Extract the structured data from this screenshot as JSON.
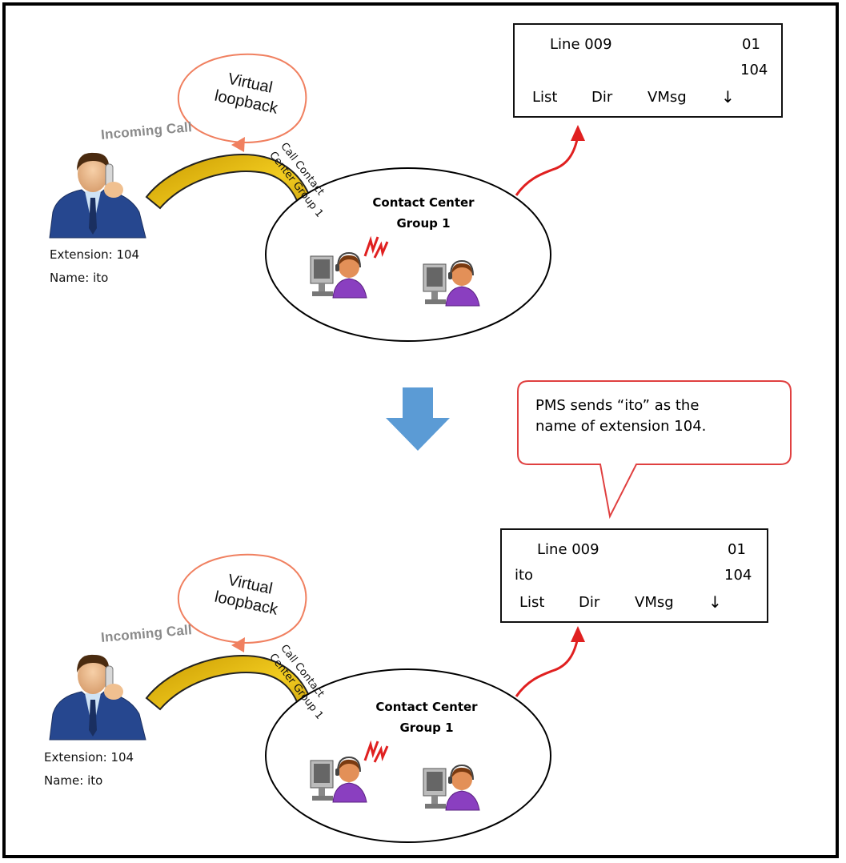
{
  "top": {
    "incoming_call": "Incoming Call",
    "virtual_loopback": [
      "Virtual",
      "loopback"
    ],
    "call_group": [
      "Call Contact",
      "Center Group 1"
    ],
    "group_label": [
      "Contact Center",
      "Group 1"
    ],
    "caller": {
      "extension": "Extension: 104",
      "name": "Name: ito"
    },
    "display": {
      "line": "Line 009",
      "number": "01",
      "row2_left": "",
      "row2_right": "104",
      "softkeys": [
        "List",
        "Dir",
        "VMsg"
      ],
      "arrow": "🡓"
    }
  },
  "bubble": {
    "lines": [
      "PMS sends “ito” as the",
      "name of extension 104."
    ]
  },
  "bottom": {
    "incoming_call": "Incoming Call",
    "virtual_loopback": [
      "Virtual",
      "loopback"
    ],
    "call_group": [
      "Call Contact",
      "Center Group 1"
    ],
    "group_label": [
      "Contact Center",
      "Group 1"
    ],
    "caller": {
      "extension": "Extension: 104",
      "name": "Name: ito"
    },
    "display": {
      "line": "Line 009",
      "number": "01",
      "row2_left": "ito",
      "row2_right": "104",
      "softkeys": [
        "List",
        "Dir",
        "VMsg"
      ],
      "arrow": "🡓"
    }
  },
  "colors": {
    "curved_arrow": "#e2b800",
    "loop_arrow": "#f08060",
    "red_arrow": "#e02020",
    "down_arrow": "#5b9bd5",
    "bubble_border": "#e04040",
    "agent_shirt": "#8a3fc0"
  }
}
